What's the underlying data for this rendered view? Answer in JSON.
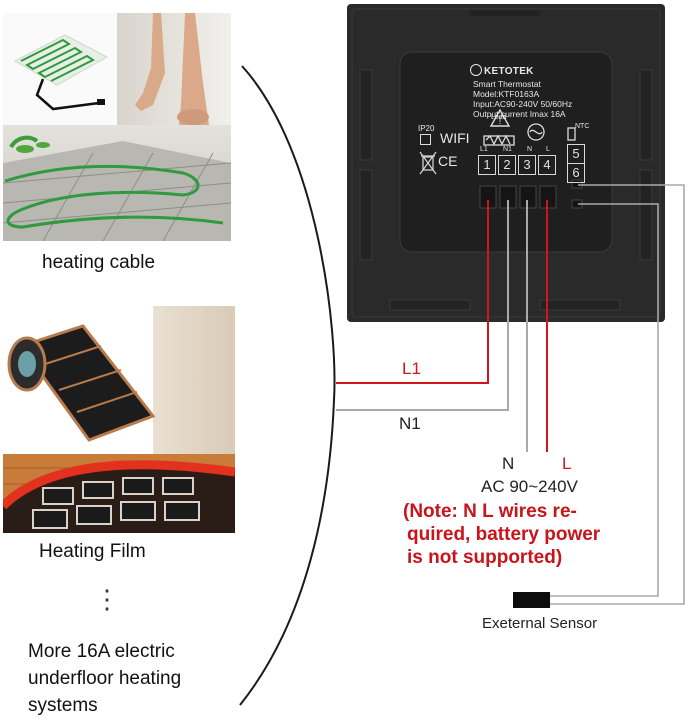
{
  "products": {
    "cable": {
      "label": "heating cable"
    },
    "film": {
      "label": "Heating Film"
    },
    "more": {
      "dots": "⋮",
      "lines": [
        "More 16A electric",
        "underfloor heating",
        "systems"
      ]
    }
  },
  "device": {
    "brand": "KETOTEK",
    "spec_lines": [
      "Smart Thermostat",
      "Model:KTF0163A",
      "Input:AC90-240V 50/60Hz",
      "Output:current Imax 16A"
    ],
    "rating": "IP20",
    "wifi": "WIFI",
    "ce": "CE",
    "load": "Load",
    "terminal_tags": [
      "L1",
      "N1",
      "N",
      "L"
    ],
    "ntc": "NTC",
    "terminals": [
      "1",
      "2",
      "3",
      "4",
      "5",
      "6"
    ]
  },
  "wiring": {
    "l1": "L1",
    "n1": "N1",
    "n": "N",
    "l": "L",
    "supply": "AC 90~240V",
    "note_lines": [
      "(Note: N L wires re-",
      "quired, battery power",
      "is not supported)"
    ],
    "sensor": "Exeternal Sensor"
  },
  "colors": {
    "wire_red": "#d0161b",
    "wire_grey": "#a9a9a9",
    "note_red": "#c8141a",
    "device_body": "#2a2a2a"
  },
  "icons": [
    "heating-cable-photo",
    "heating-film-photo",
    "warning-icon",
    "weee-bin-icon",
    "sensor-probe-icon"
  ]
}
